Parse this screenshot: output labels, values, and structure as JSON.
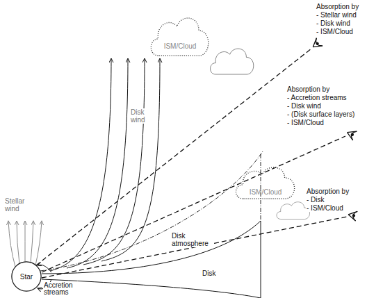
{
  "diagram": {
    "nodes": [
      {
        "text": [
          "ISM/Cloud"
        ]
      },
      {
        "text": [
          "ISM/Cloud"
        ]
      },
      {
        "text": [
          "Star"
        ]
      }
    ],
    "labels": [
      "Absorption by",
      "- Stellar wind",
      "- Disk wind",
      "- ISM/Cloud",
      "Absorption by",
      "- Accretion streams",
      "- Disk wind",
      "- (Disk surface layers)",
      "- ISM/Cloud",
      "Absorption by",
      "- Disk",
      "- ISM/Cloud",
      "Stellar wind",
      "Disk wind",
      "Disk atmosphere",
      "Disk",
      "Accretion streams"
    ]
  }
}
